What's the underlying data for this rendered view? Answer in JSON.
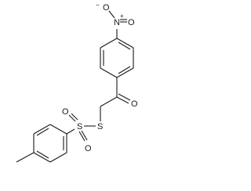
{
  "molecule": {
    "atoms": {
      "nitro_o_top": "O",
      "nitro_o_minus": "−",
      "nitro_n": "N",
      "nitro_n_plus": "+",
      "ketone_o": "O",
      "thio_s": "S",
      "sulfonyl_s": "S",
      "sulfonyl_o_left": "O",
      "sulfonyl_o_bottom": "O"
    }
  }
}
